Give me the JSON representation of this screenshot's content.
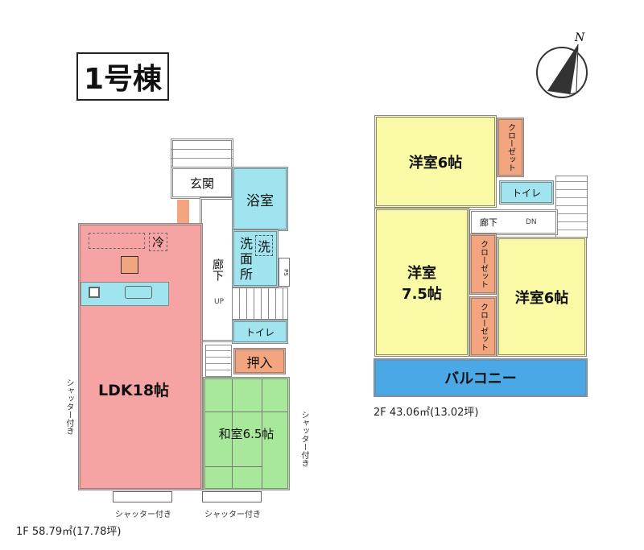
{
  "title": "1号棟",
  "compass": {
    "label": "N"
  },
  "floor1": {
    "caption": "1F 58.79㎡(17.78坪)",
    "rooms": {
      "ldk": "LDK18帖",
      "washitsu": "和室6.5帖",
      "genkan": "玄関",
      "bath": "浴室",
      "washroom": "洗面所",
      "washer": "洗",
      "hallway": "廊下",
      "toilet": "トイレ",
      "oshiire": "押入",
      "fridge": "冷",
      "stairs_mark": "UP",
      "ps": "PS"
    },
    "shutter_labels": [
      "シャッター付き",
      "シャッター付き",
      "シャッター付き",
      "シャッター付き"
    ]
  },
  "floor2": {
    "caption": "2F 43.06㎡(13.02坪)",
    "rooms": {
      "western_top": "洋室6帖",
      "western_left": [
        "洋室",
        "7.5帖"
      ],
      "western_right": "洋室6帖",
      "balcony": "バルコニー",
      "toilet": "トイレ",
      "hallway": "廊下",
      "stairs_mark": "DN",
      "closets": [
        "クローゼット",
        "クローゼット",
        "クローゼット"
      ]
    }
  },
  "colors": {
    "ldk": "#f6a3a3",
    "washitsu": "#a8e89a",
    "wet_area": "#9fe4ef",
    "storage": "#f2a57f",
    "western": "#fafaa6",
    "balcony": "#4aa8e6"
  }
}
